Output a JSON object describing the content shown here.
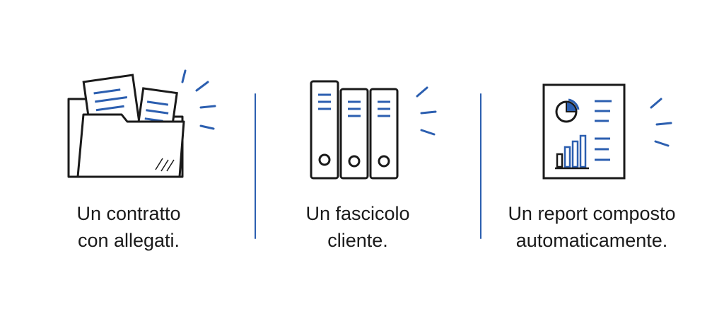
{
  "panels": [
    {
      "caption_line1": "Un contratto",
      "caption_line2": "con allegati.",
      "icon": "folder-with-documents-icon"
    },
    {
      "caption_line1": "Un fascicolo",
      "caption_line2": "cliente.",
      "icon": "binders-icon"
    },
    {
      "caption_line1": "Un report composto",
      "caption_line2": "automaticamente.",
      "icon": "report-icon"
    }
  ],
  "colors": {
    "accent": "#2c5fb0",
    "ink": "#1a1a1a",
    "background": "#ffffff"
  }
}
